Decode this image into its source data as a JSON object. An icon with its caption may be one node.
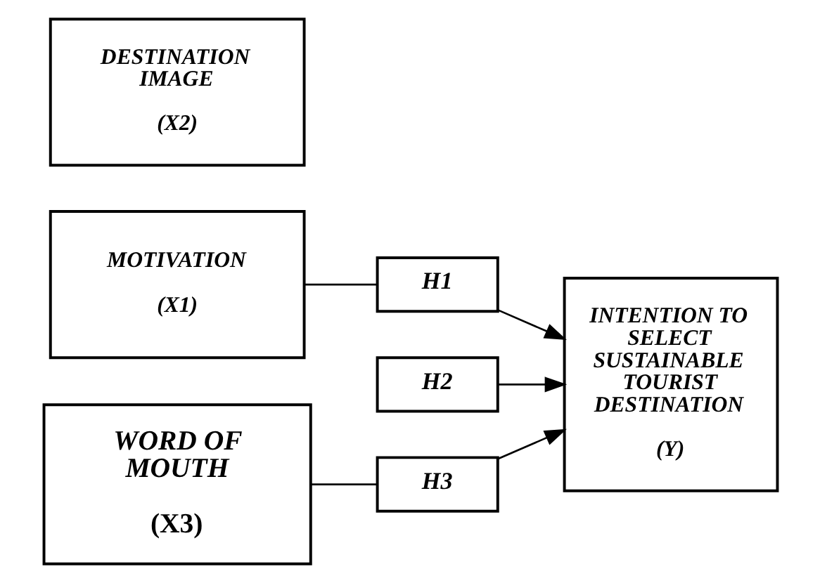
{
  "diagram": {
    "nodes": [
      {
        "text": [
          "MOTIVATION",
          "(X1)"
        ]
      },
      {
        "text": [
          "DESTINATION IMAGE",
          "(X2)"
        ]
      },
      {
        "text": [
          "WORD OF MOUTH",
          "(X3)"
        ]
      },
      {
        "text": [
          "INTENTION TO SELECT SUSTAINABLE TOURIST DESTINATION",
          "(Y)"
        ]
      },
      {
        "text": [
          "H1"
        ]
      },
      {
        "text": [
          "H2"
        ]
      },
      {
        "text": [
          "H3"
        ]
      }
    ],
    "edges": [
      {
        "from": 0,
        "to": 4,
        "arrow": "none"
      },
      {
        "from": 4,
        "to": 3,
        "arrow": "to"
      },
      {
        "from": 5,
        "to": 3,
        "arrow": "to"
      },
      {
        "from": 2,
        "to": 6,
        "arrow": "none"
      },
      {
        "from": 6,
        "to": 3,
        "arrow": "to"
      }
    ]
  }
}
